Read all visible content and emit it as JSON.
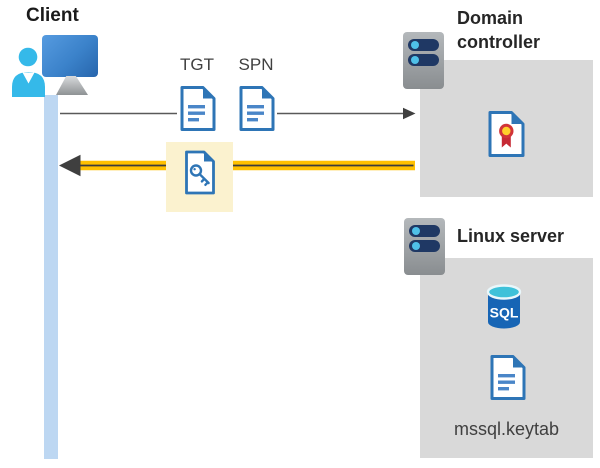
{
  "diagram": {
    "client": {
      "label": "Client"
    },
    "flow": {
      "tgt_label": "TGT",
      "spn_label": "SPN"
    },
    "domain_controller": {
      "label": "Domain controller"
    },
    "linux_server": {
      "label": "Linux server",
      "sql_label": "SQL",
      "keytab_label": "mssql.keytab"
    },
    "colors": {
      "arrow_gold": "#FFC000",
      "arrow_dark": "#3F3F3F",
      "request_line_gray": "#595959",
      "highlight_cream": "#FBF2CF",
      "panel_gray": "#D9D9D9",
      "document_blue": "#2E75B6",
      "document_line_blue": "#4A86C8",
      "timeline_blue": "#BDD7F2",
      "sql_body_blue": "#1765B5",
      "sql_top_teal": "#3EC1D9",
      "certificate_red": "#D13438",
      "certificate_gold": "#FFD02B",
      "server_slot_navy": "#1F3864",
      "server_led_cyan": "#4FC0E8",
      "person_cyan": "#35B9E9",
      "monitor_blue": "#3B82CA",
      "heading_text": "#262626",
      "label_text": "#404040"
    }
  }
}
